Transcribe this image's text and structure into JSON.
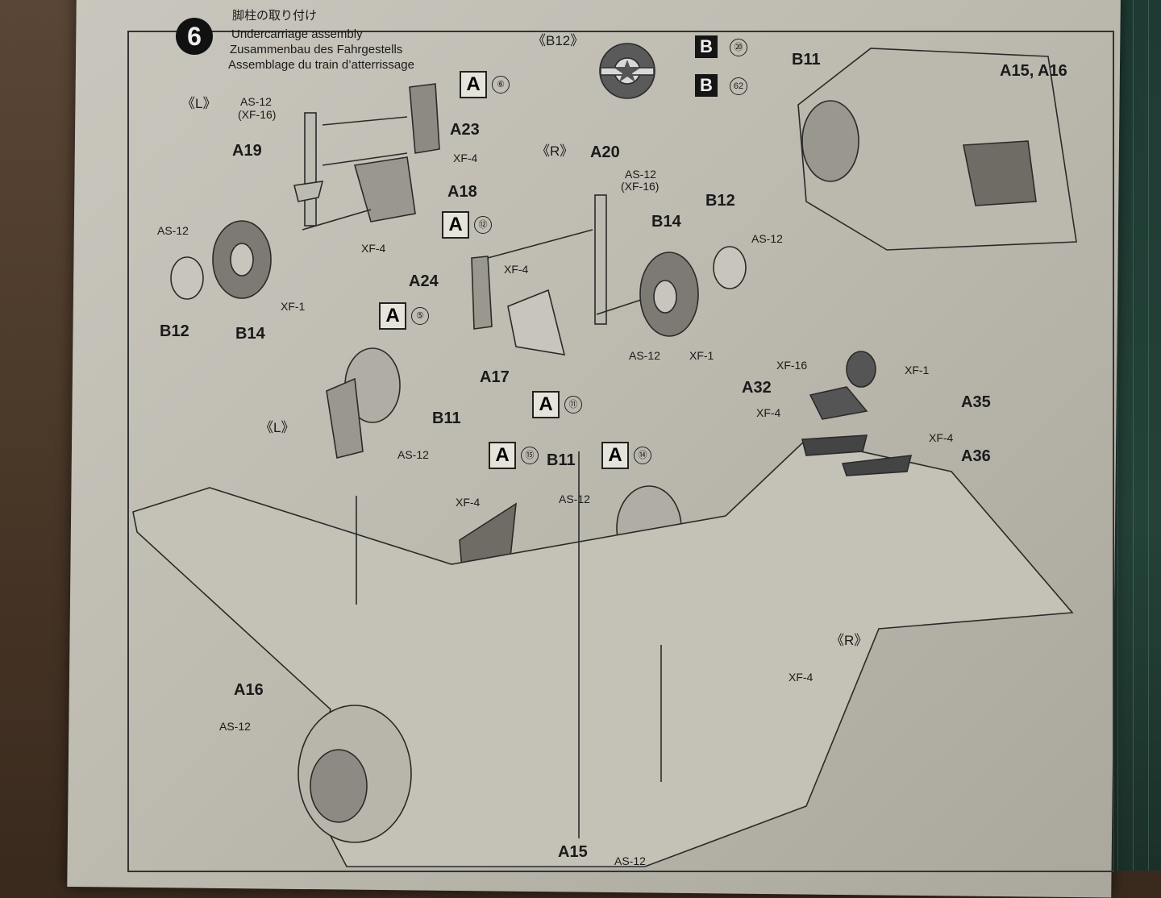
{
  "step": {
    "number": "6",
    "title_jp": "脚柱の取り付け",
    "title_en": "Undercarriage assembly",
    "title_de": "Zusammenbau des Fahrgestells",
    "title_fr": "Assemblage du train d’atterrissage"
  },
  "markers": {
    "left": "《L》",
    "right": "《R》",
    "b12": "《B12》"
  },
  "decal": {
    "sheet": "B",
    "num_a": "⑳",
    "num_b": "62"
  },
  "part_labels": [
    {
      "text": "A19"
    },
    {
      "text": "A23"
    },
    {
      "text": "A18"
    },
    {
      "text": "A20"
    },
    {
      "text": "A24"
    },
    {
      "text": "A17"
    },
    {
      "text": "B12"
    },
    {
      "text": "B14"
    },
    {
      "text": "B11"
    },
    {
      "text": "A15, A16"
    },
    {
      "text": "A32"
    },
    {
      "text": "A35"
    },
    {
      "text": "A36"
    },
    {
      "text": "A16"
    },
    {
      "text": "A15"
    }
  ],
  "paint_labels": [
    "AS-12",
    "(XF-16)",
    "XF-4",
    "XF-1",
    "XF-16"
  ],
  "sprue_callouts": [
    {
      "letter": "A",
      "num": "⑥"
    },
    {
      "letter": "A",
      "num": "⑫"
    },
    {
      "letter": "A",
      "num": "⑤"
    },
    {
      "letter": "A",
      "num": "⑪"
    },
    {
      "letter": "A",
      "num": "⑮"
    },
    {
      "letter": "A",
      "num": "⑭"
    }
  ]
}
